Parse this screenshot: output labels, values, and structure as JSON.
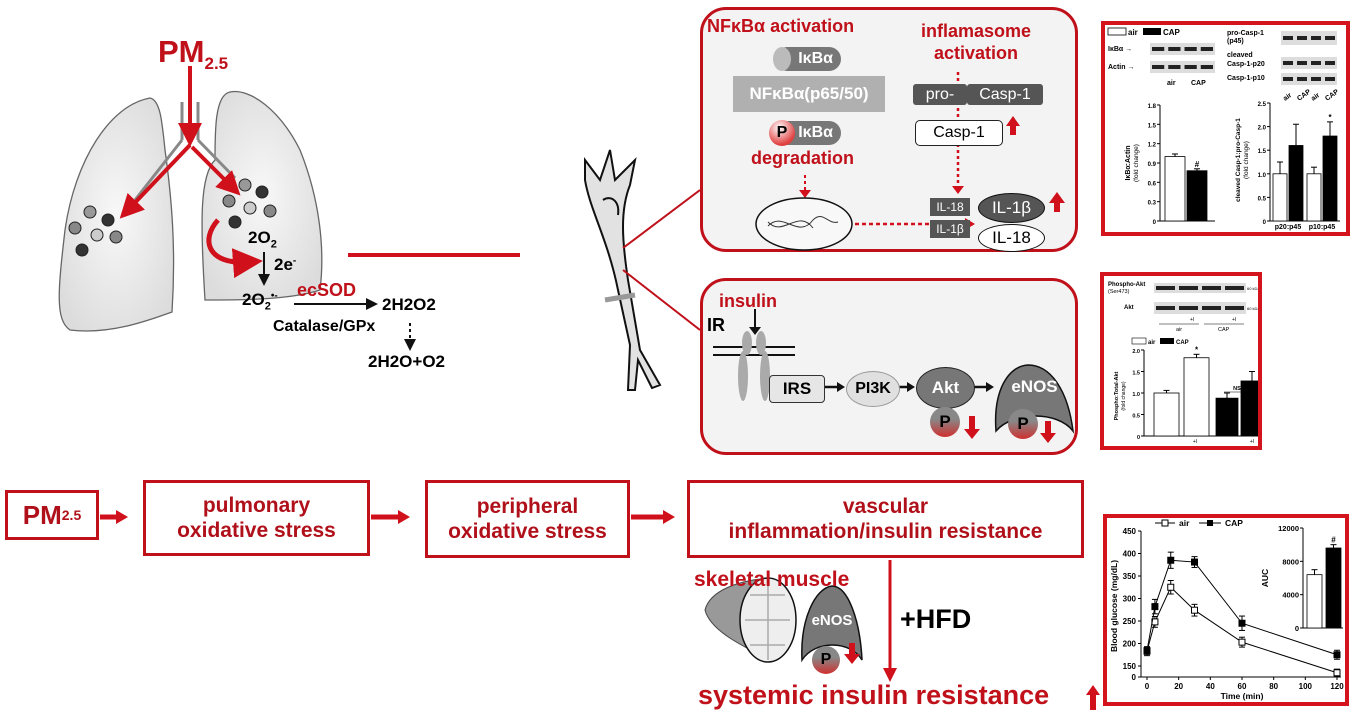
{
  "lung_diagram": {
    "pm_label": "PM",
    "pm_sub": "2.5",
    "reaction": {
      "o2": "2O",
      "o2_sub": "2",
      "electrons": "2e",
      "electrons_sup": "-",
      "superoxide": "2O",
      "superoxide_sub": "2",
      "superoxide_sup": "•-",
      "enzyme1": "ecSOD",
      "h2o2": "2H2O2",
      "enzyme2": "Catalase/GPx",
      "products": "2H2O+O2"
    }
  },
  "nfkb_panel": {
    "title_left": "NFκBα activation",
    "title_right_line1": "inflamasome",
    "title_right_line2": "activation",
    "ikba": "IκBα",
    "nfkb_complex": "NFκBα(p65/50)",
    "p_label": "P",
    "ikba_p": "IκBα",
    "degradation": "degradation",
    "pro_label": "pro-",
    "casp1_label": "Casp-1",
    "casp1_active": "Casp-1",
    "il18_tag": "IL-18",
    "il1b_tag": "IL-1β",
    "il1b_product": "IL-1β",
    "il18_product": "IL-18"
  },
  "insulin_panel": {
    "insulin": "insulin",
    "ir": "IR",
    "irs": "IRS",
    "pi3k": "PI3K",
    "akt": "Akt",
    "enos": "eNOS",
    "p_label": "P"
  },
  "flow": {
    "pm_label": "PM",
    "pm_sub": "2.5",
    "steps": [
      {
        "line1": "pulmonary",
        "line2": "oxidative stress"
      },
      {
        "line1": "peripheral",
        "line2": "oxidative stress"
      },
      {
        "line1": "vascular",
        "line2": "inflammation/insulin resistance"
      }
    ],
    "skeletal_muscle": "skeletal muscle",
    "enos": "eNOS",
    "p_label": "P",
    "hfd": "+HFD",
    "outcome": "systemic insulin resistance"
  },
  "colors": {
    "accent_red": "#c0101a",
    "dark_gray": "#5a5a5a",
    "mid_gray": "#9a9a9a",
    "light_gray": "#d8d8d8"
  },
  "chart_data": [
    {
      "id": "ikba-blot",
      "type": "bar",
      "legend": [
        "air",
        "CAP"
      ],
      "blot_labels": [
        "IκBα",
        "Actin"
      ],
      "blot_lanes": [
        "air",
        "CAP"
      ],
      "categories": [
        "air",
        "CAP"
      ],
      "values": [
        1.0,
        0.78
      ],
      "errors": [
        0.04,
        0.03
      ],
      "annotations": [
        "",
        "#"
      ],
      "ylabel": "IκBα:Actin",
      "ylabel2": "(fold change)",
      "ylim": [
        0,
        1.8
      ],
      "yticks": [
        0,
        0.3,
        0.6,
        0.9,
        1.2,
        1.5,
        1.8
      ]
    },
    {
      "id": "casp1-blot",
      "type": "bar",
      "blot_labels": [
        "pro-Casp-1",
        "(p45)",
        "cleaved",
        "Casp-1-p20",
        "Casp-1-p10"
      ],
      "blot_lanes": [
        "air",
        "CAP",
        "air",
        "CAP"
      ],
      "categories": [
        "p20:p45",
        "p10:p45"
      ],
      "series": [
        {
          "name": "air",
          "values": [
            1.0,
            1.0
          ],
          "errors": [
            0.25,
            0.14
          ]
        },
        {
          "name": "CAP",
          "values": [
            1.6,
            1.8
          ],
          "errors": [
            0.45,
            0.3
          ]
        }
      ],
      "annotations": [
        "",
        "*"
      ],
      "ylabel": "cleaved Casp-1:pro-Casp-1",
      "ylabel2": "(fold change)",
      "ylim": [
        0,
        2.5
      ],
      "yticks": [
        0,
        0.5,
        1.0,
        1.5,
        2.0,
        2.5
      ]
    },
    {
      "id": "akt-blot",
      "type": "bar",
      "blot_labels": [
        "Phospho-Akt",
        "(Ser473)",
        "Akt"
      ],
      "blot_markers": [
        "60 kDa",
        "60 kDa"
      ],
      "blot_groups": [
        "air",
        "CAP"
      ],
      "blot_treat": "+I",
      "legend": [
        "air",
        "CAP"
      ],
      "categories": [
        "",
        "+I",
        "",
        "+I"
      ],
      "series": [
        {
          "name": "air",
          "values": [
            1.0,
            1.82
          ],
          "errors": [
            0.06,
            0.08
          ]
        },
        {
          "name": "CAP",
          "values": [
            0.88,
            1.28
          ],
          "errors": [
            0.12,
            0.22
          ]
        }
      ],
      "annotations": [
        "",
        "*",
        "",
        "NS"
      ],
      "ylabel": "Phospho:Total-Akt",
      "ylabel2": "(fold change)",
      "ylim": [
        0,
        2.0
      ],
      "yticks": [
        0,
        0.5,
        1.0,
        1.5,
        2.0
      ]
    },
    {
      "id": "ipgtt",
      "type": "line",
      "legend": [
        "air",
        "CAP"
      ],
      "x": [
        0,
        5,
        15,
        30,
        60,
        120
      ],
      "series": [
        {
          "name": "air",
          "values": [
            183,
            248,
            325,
            274,
            203,
            135
          ],
          "errors": [
            10,
            12,
            15,
            13,
            11,
            8
          ]
        },
        {
          "name": "CAP",
          "values": [
            184,
            282,
            385,
            381,
            245,
            175
          ],
          "errors": [
            8,
            16,
            18,
            12,
            16,
            10
          ]
        }
      ],
      "xlabel": "Time (min)",
      "ylabel": "Blood glucose (mg/dL)",
      "xlim": [
        0,
        120
      ],
      "xticks": [
        0,
        20,
        40,
        60,
        80,
        100,
        120
      ],
      "ylim": [
        150,
        450
      ],
      "yticks": [
        0,
        150,
        200,
        250,
        300,
        350,
        400,
        450
      ],
      "inset": {
        "type": "bar",
        "categories": [
          "air",
          "CAP"
        ],
        "values": [
          6400,
          9600
        ],
        "errors": [
          600,
          400
        ],
        "annotations": [
          "",
          "#"
        ],
        "ylabel": "AUC",
        "ylim": [
          0,
          12000
        ],
        "yticks": [
          0,
          4000,
          8000,
          12000
        ]
      }
    }
  ]
}
